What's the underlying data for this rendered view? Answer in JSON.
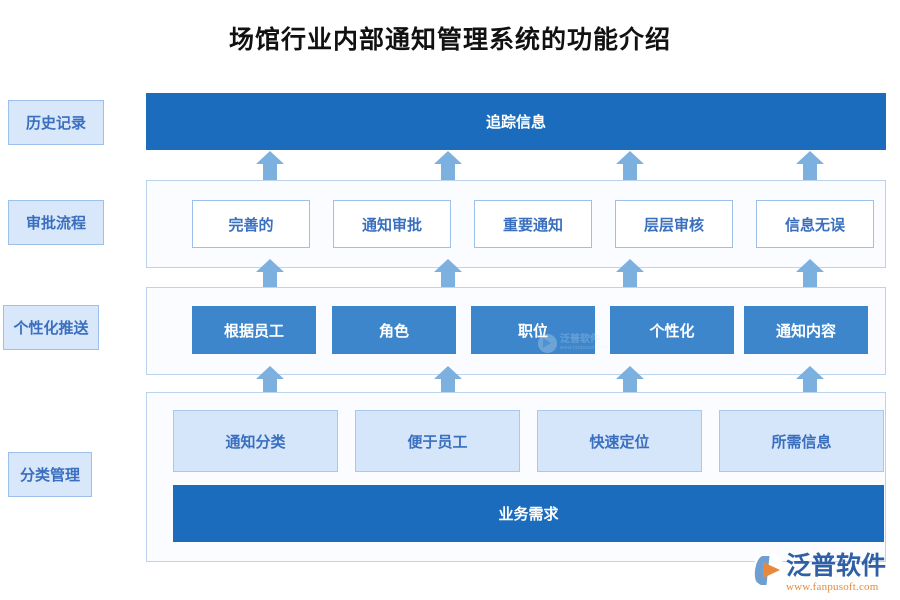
{
  "page": {
    "title": "场馆行业内部通知管理系统的功能介绍",
    "accent_blue": "#1b6cbd",
    "node_blue": "#3e86cb",
    "tint_blue": "#d6e6fa",
    "border_blue": "#9dc0ea",
    "panel_bg": "#fafcff",
    "text_blue": "#3a6fbf"
  },
  "sidebar": {
    "items": [
      {
        "label": "历史记录"
      },
      {
        "label": "审批流程"
      },
      {
        "label": "个性化推送"
      },
      {
        "label": "分类管理"
      }
    ]
  },
  "diagram": {
    "top_bar": {
      "label": "追踪信息"
    },
    "bottom_bar": {
      "label": "业务需求"
    },
    "rows": [
      {
        "name": "approval-row",
        "style": "outline",
        "nodes": [
          {
            "label": "完善的"
          },
          {
            "label": "通知审批"
          },
          {
            "label": "重要通知"
          },
          {
            "label": "层层审核"
          },
          {
            "label": "信息无误"
          }
        ]
      },
      {
        "name": "push-row",
        "style": "solid",
        "nodes": [
          {
            "label": "根据员工"
          },
          {
            "label": "角色"
          },
          {
            "label": "职位"
          },
          {
            "label": "个性化"
          },
          {
            "label": "通知内容"
          }
        ]
      },
      {
        "name": "category-row",
        "style": "tint",
        "nodes": [
          {
            "label": "通知分类"
          },
          {
            "label": "便于员工"
          },
          {
            "label": "快速定位"
          },
          {
            "label": "所需信息"
          }
        ]
      }
    ],
    "arrow_groups": 3,
    "arrows_per_group": 4
  },
  "watermark": {
    "name": "泛普软件",
    "url": "www.fanpusoft.com"
  },
  "logo": {
    "name": "泛普软件",
    "url": "www.fanpusoft.com"
  }
}
